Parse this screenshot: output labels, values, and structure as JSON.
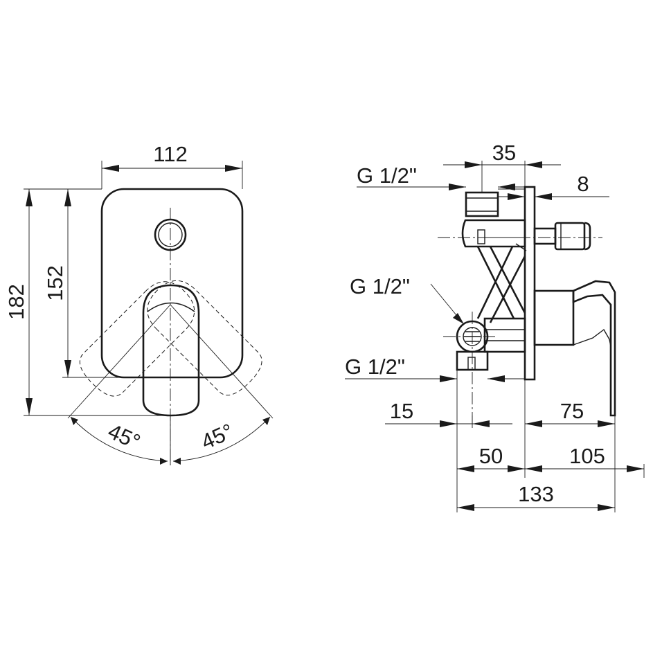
{
  "front_view": {
    "width_label": "112",
    "total_height_label": "182",
    "plate_height_label": "152",
    "left_angle_label": "45°",
    "right_angle_label": "45°"
  },
  "side_view": {
    "top_depth_label": "35",
    "top_thread_label": "G 1/2\"",
    "plate_thickness_label": "8",
    "middle_thread_label": "G 1/2\"",
    "bottom_thread_label": "G 1/2\"",
    "offset_label": "15",
    "handle_projection_label": "75",
    "body_depth_label": "50",
    "front_projection_label": "105",
    "overall_depth_label": "133"
  },
  "colors": {
    "line": "#1a1a1a",
    "background": "#ffffff"
  }
}
